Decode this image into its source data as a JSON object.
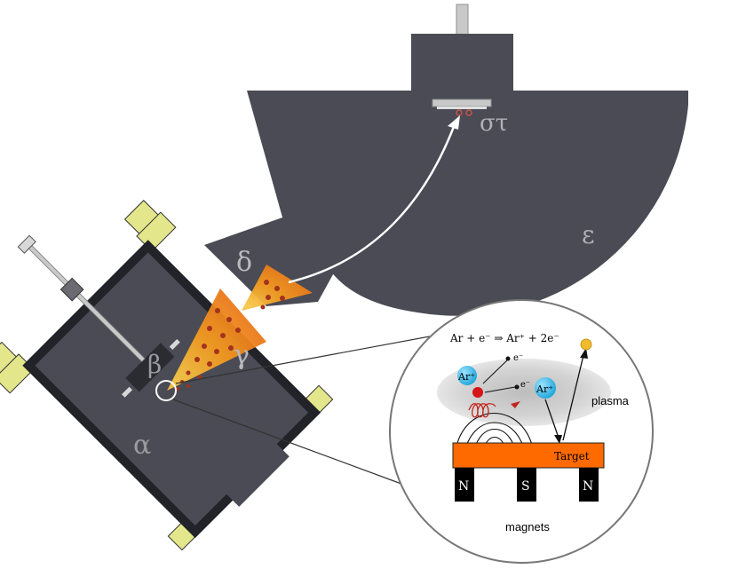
{
  "labels": {
    "alpha": "α",
    "beta": "β",
    "gamma": "γ",
    "delta": "δ",
    "epsilon": "ε",
    "sigma_tau": "στ"
  },
  "inset": {
    "equation": "Ar + e⁻ ⇒ Ar⁺ + 2e⁻",
    "ion_label": "Ar⁺",
    "electron_label": "e⁻",
    "plasma_label": "plasma",
    "target_label": "Target",
    "magnets_label": "magnets",
    "magnet_poles": [
      "N",
      "S",
      "N"
    ]
  },
  "colors": {
    "chamber": "#4a4b54",
    "chamber_outline": "#2c2d33",
    "flange": "#e3e68a",
    "plume": "#f4a21f",
    "particle": "#a3331c",
    "target": "#ff6a00",
    "ion": "#2ab4e6",
    "magnet": "#000000",
    "plasma": "#cfcfcf"
  }
}
